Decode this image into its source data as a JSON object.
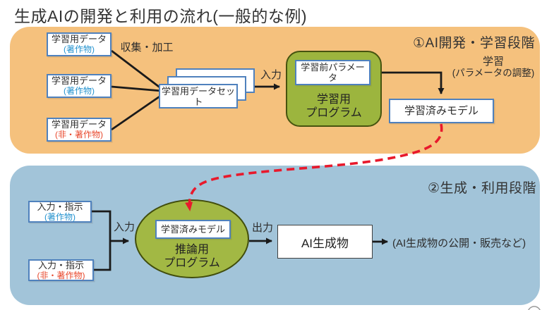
{
  "title": "生成AIの開発と利用の流れ(一般的な例)",
  "colors": {
    "stage1_bg": "#f5c17d",
    "stage2_bg": "#a2c4d9",
    "program_green": "#9cb53e",
    "box_border_blue": "#4f81bd",
    "copyright_text": "#2493cf",
    "noncopyright_text": "#e8472b",
    "dashed_arrow_red": "#e8192c",
    "line_black": "#1a1a1a"
  },
  "stage1": {
    "header": "①AI開発・学習段階",
    "data_boxes": [
      {
        "line1": "学習用データ",
        "line2": "(著作物)"
      },
      {
        "line1": "学習用データ",
        "line2": "(著作物)"
      },
      {
        "line1": "学習用データ",
        "line2": "(非・著作物)"
      }
    ],
    "collect_label": "収集・加工",
    "dataset_label": "学習用データセット",
    "input_label": "入力",
    "program": {
      "param_label": "学習前パラメータ",
      "name_line1": "学習用",
      "name_line2": "プログラム"
    },
    "learning_label_line1": "学習",
    "learning_label_line2": "(パラメータの調整)",
    "trained_model_label": "学習済みモデル"
  },
  "stage2": {
    "header": "②生成・利用段階",
    "input_boxes": [
      {
        "line1": "入力・指示",
        "line2": "(著作物)"
      },
      {
        "line1": "入力・指示",
        "line2": "(非・著作物)"
      }
    ],
    "input_label": "入力",
    "inference": {
      "model_label": "学習済みモデル",
      "name_line1": "推論用",
      "name_line2": "プログラム"
    },
    "output_label": "出力",
    "product_label": "AI生成物",
    "usage_note": "(AI生成物の公開・販売など)"
  }
}
